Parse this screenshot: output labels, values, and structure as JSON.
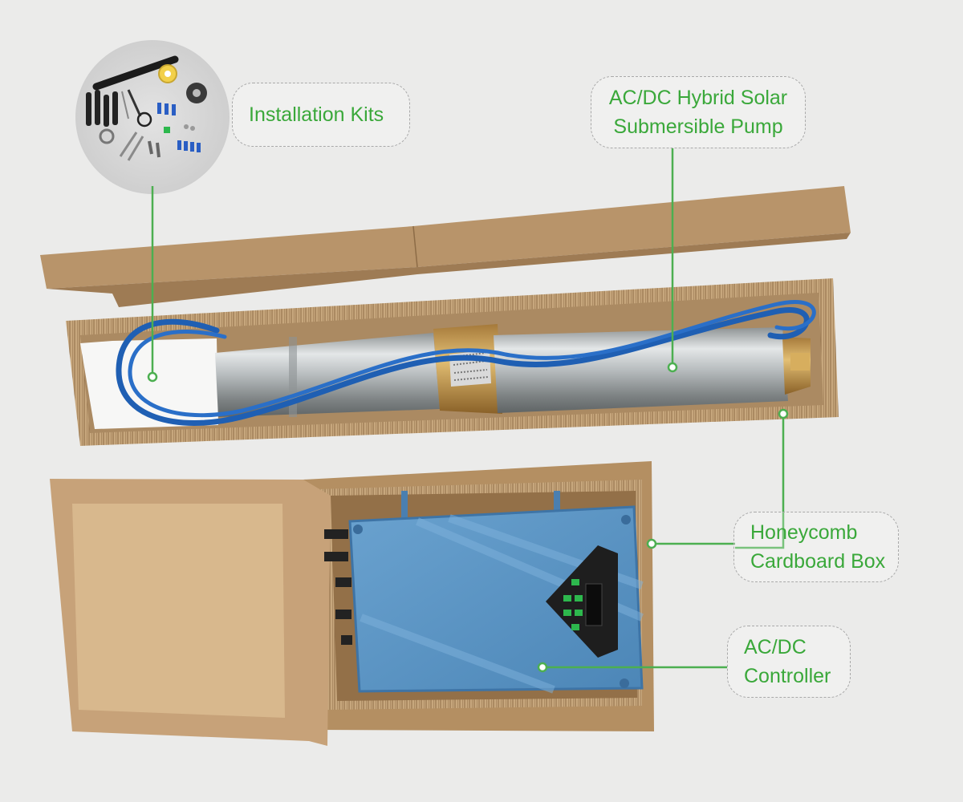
{
  "annotations": {
    "installation_kits": {
      "line1": "Installation Kits"
    },
    "pump": {
      "line1": "AC/DC Hybrid Solar",
      "line2": "Submersible Pump"
    },
    "box": {
      "line1": "Honeycomb",
      "line2": "Cardboard Box"
    },
    "controller": {
      "line1": "AC/DC",
      "line2": "Controller"
    }
  },
  "colors": {
    "background": "#ebebea",
    "cardboard": "#c6a37a",
    "cardboard_dark": "#a9865e",
    "cable_blue": "#1f5fb3",
    "controller_blue": "#5b93c2",
    "label_green": "#3aa83a",
    "pump_steel": "#b9bdbf"
  }
}
